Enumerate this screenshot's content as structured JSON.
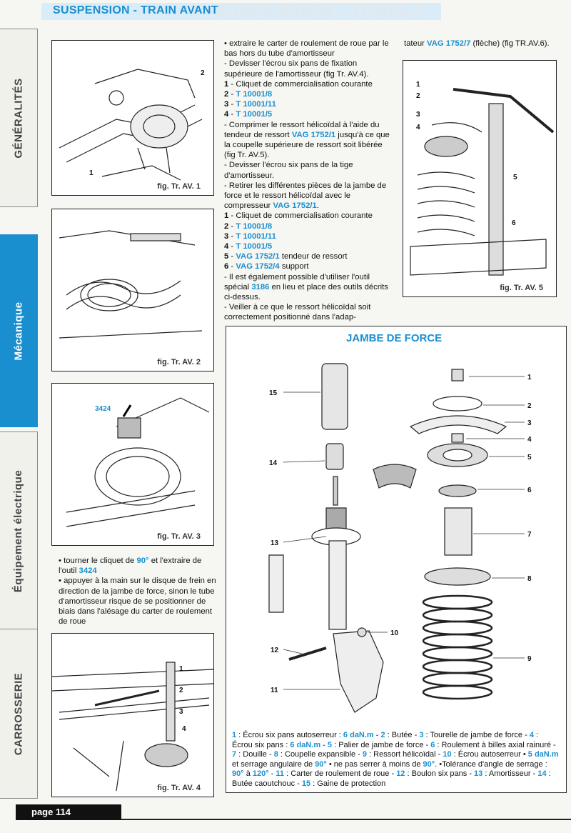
{
  "header": {
    "title": "SUSPENSION - TRAIN AVANT",
    "ghost": "SUSPENSION - TRAIN A"
  },
  "sidebar": {
    "tabs": [
      {
        "label": "GÉNÉRALITÉS"
      },
      {
        "label": "Mécanique"
      },
      {
        "label": "Équipement électrique"
      },
      {
        "label": "CARROSSERIE"
      }
    ]
  },
  "figures": {
    "fig1": {
      "caption": "fig. Tr. AV. 1",
      "labels": [
        "2",
        "1"
      ]
    },
    "fig2": {
      "caption": "fig. Tr. AV. 2"
    },
    "fig3": {
      "caption": "fig. Tr. AV. 3",
      "labels": [
        "3424"
      ]
    },
    "fig4": {
      "caption": "fig. Tr. AV. 4",
      "labels": [
        "1",
        "2",
        "3",
        "4"
      ]
    },
    "fig5": {
      "caption": "fig. Tr. AV. 5",
      "labels": [
        "1",
        "2",
        "3",
        "4",
        "5",
        "6"
      ]
    }
  },
  "col_left_bottom": {
    "b1_a": "tourner le cliquet de ",
    "b1_v1": "90°",
    "b1_b": " et l'extraire de l'outil ",
    "b1_v2": "3424",
    "b2": "appuyer à la main sur le disque de frein en direction de la jambe de force, sinon le tube d'amortisseur risque de se positionner de biais dans l'alésage du carter de roulement de roue"
  },
  "col_mid": {
    "l1": "extraire le carter de roulement de roue par le bas hors du tube d'amortisseur",
    "l2": "Devisser l'écrou six pans de fixation supérieure de l'amortisseur (fig Tr. AV.4).",
    "l3": "Cliquet de commercialisation courante",
    "l4": "T 10001/8",
    "l5": "T 10001/11",
    "l6": "T 10001/5",
    "l7a": "Comprimer le ressort hélicoïdal à l'aide du tendeur de ressort ",
    "l7v": "VAG 1752/1",
    "l7b": " jusqu'à ce que la coupelle supérieure de ressort soit libérée (fig Tr. AV.5).",
    "l8": "Devisser l'écrou six pans de la tige d'amortisseur.",
    "l9a": "Retirer les différentes pièces de la jambe de force et le ressort hélicoïdal avec le compresseur ",
    "l9v": "VAG 1752/1",
    "l9b": ".",
    "l10": "Cliquet de commercialisation courante",
    "l11": "T 10001/8",
    "l12": "T 10001/11",
    "l13": "T 10001/5",
    "l14v": "VAG 1752/1",
    "l14": " tendeur de ressort",
    "l15v": "VAG 1752/4",
    "l15": " support",
    "l16a": "Il est également possible d'utiliser l'outil spécial ",
    "l16v": "3186",
    "l16b": " en lieu et place des outils décrits ci-dessus.",
    "l17": "Veiller à ce que le ressort hélicoïdal soit correctement positionné dans l'adap-"
  },
  "col_right_top": {
    "a": "tateur ",
    "v": "VAG 1752/7",
    "b": " (flèche) (fig TR.AV.6)."
  },
  "strut": {
    "title": "JAMBE DE FORCE",
    "labels": [
      "1",
      "2",
      "3",
      "4",
      "5",
      "6",
      "7",
      "8",
      "9",
      "10",
      "11",
      "12",
      "13",
      "14",
      "15"
    ],
    "legend": [
      {
        "n": "1",
        "t": " : Écrou six pans autoserreur : "
      },
      {
        "v": "6 daN.m"
      },
      {
        "n": " - 2",
        "t": " : Butée - "
      },
      {
        "n": "3",
        "t": " : Tourelle de jambe de force - "
      },
      {
        "n": "4",
        "t": " : Écrou six pans : "
      },
      {
        "v": "6 daN.m"
      },
      {
        "n": " - 5",
        "t": " : Palier de jambe de force - "
      },
      {
        "n": "6",
        "t": " : Roulement à billes axial rainuré - "
      },
      {
        "n": "7",
        "t": " : Douille - "
      },
      {
        "n": "8",
        "t": " : Coupelle expansible - "
      },
      {
        "n": "9",
        "t": " : Ressort hélicoïdal - "
      },
      {
        "n": "10",
        "t": " : Écrou autoserreur • "
      },
      {
        "v": "5 daN.m"
      },
      {
        "t": " et serrage angulaire de "
      },
      {
        "v": "90°"
      },
      {
        "t": " • ne pas serrer à moins de "
      },
      {
        "v": "90°"
      },
      {
        "t": ". •Tolérance d'angle de serrage : "
      },
      {
        "v": "90°"
      },
      {
        "t": " à "
      },
      {
        "v": "120°"
      },
      {
        "n": " - 11",
        "t": " : Carter de roulement de roue - "
      },
      {
        "n": "12",
        "t": " : Boulon six pans - "
      },
      {
        "n": "13",
        "t": " : Amortisseur - "
      },
      {
        "n": "14",
        "t": " : Butée caoutchouc - "
      },
      {
        "n": "15",
        "t": " : Gaine de protection"
      }
    ]
  },
  "footer": {
    "page": "page 114"
  },
  "colors": {
    "accent": "#1a8fd0",
    "header_bg": "#d9ecf8"
  }
}
